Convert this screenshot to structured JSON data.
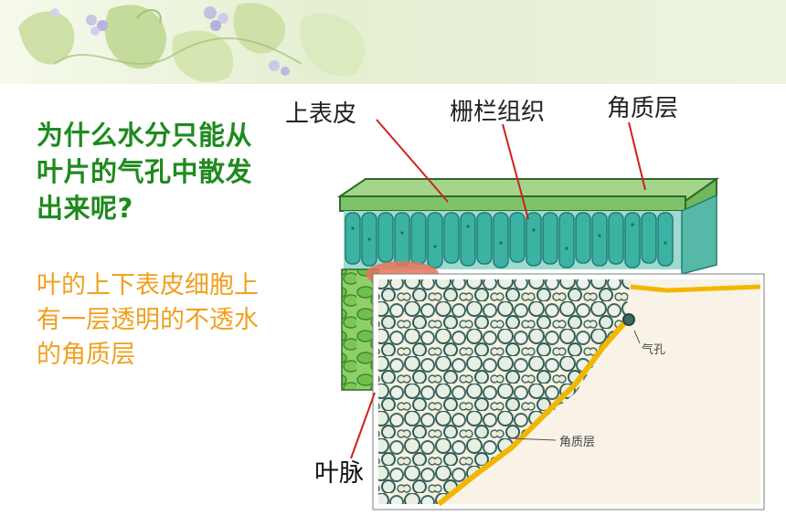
{
  "slide": {
    "question": "为什么水分只能从叶片的气孔中散发出来呢?",
    "answer": "叶的上下表皮细胞上有一层透明的不透水的角质层"
  },
  "diagram": {
    "labels": {
      "upper_epidermis": "上表皮",
      "palisade_tissue": "栅栏组织",
      "cuticle_top": "角质层",
      "leaf_vein": "叶脉"
    },
    "inset_labels": {
      "stoma": "气孔",
      "cuticle": "角质层"
    }
  },
  "colors": {
    "question_text": "#1e8a1e",
    "answer_text": "#f0a020",
    "pointer_lines": "#d0201e",
    "cuticle_layer": "#f2b600"
  }
}
